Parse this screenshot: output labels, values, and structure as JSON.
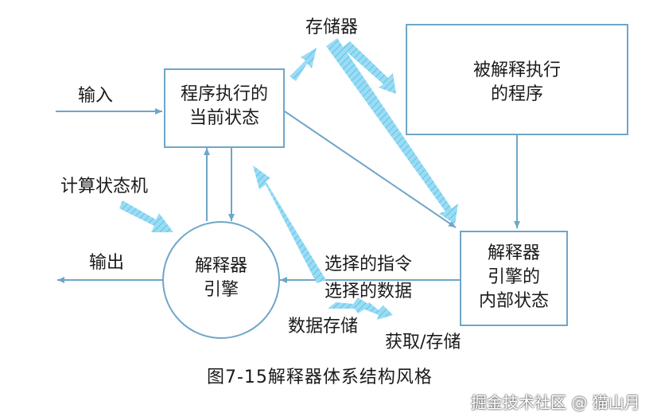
{
  "diagram": {
    "boxes": {
      "state": {
        "line1": "程序执行的",
        "line2": "当前状态"
      },
      "program": {
        "line1": "被解释执行",
        "line2": "的程序"
      },
      "internal": {
        "line1": "解释器",
        "line2": "引擎的",
        "line3": "内部状态"
      }
    },
    "engine": {
      "line1": "解释器",
      "line2": "引擎"
    },
    "labels": {
      "storage": "存储器",
      "input": "输入",
      "state_machine": "计算状态机",
      "output": "输出",
      "selected_instruction": "选择的指令",
      "selected_data": "选择的数据",
      "data_storage": "数据存储",
      "fetch_store": "获取/存储"
    },
    "caption": "图7-15解释器体系结构风格",
    "watermark": "掘金技术社区 @ 猫山月"
  },
  "colors": {
    "line": "#6fa6c8",
    "wide_arrow": "#7fd0ee"
  }
}
